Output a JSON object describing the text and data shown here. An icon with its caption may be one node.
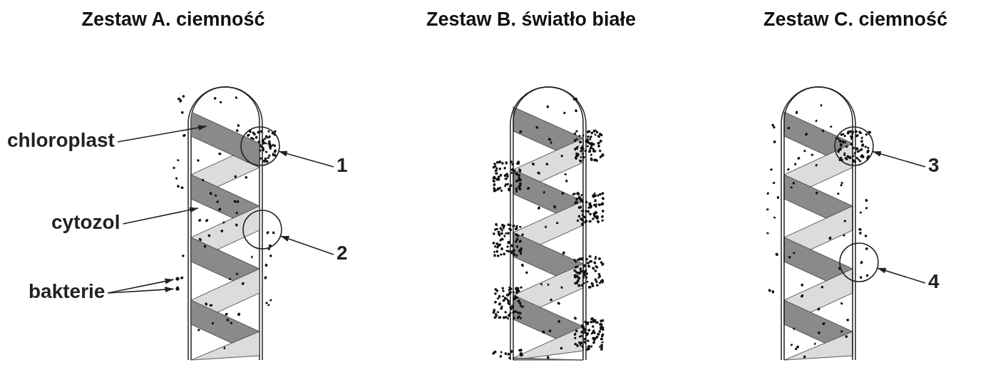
{
  "diagram": {
    "nodes": [
      {
        "text": [
          "chloroplast"
        ]
      },
      {
        "text": [],
        "shape": "bar",
        "in": 3
      },
      {
        "text": [
          "cytozol"
        ]
      },
      {
        "text": [],
        "shape": "box"
      },
      {
        "text": [
          "bakterie"
        ]
      },
      {
        "text": [],
        "shape": "circle"
      },
      {
        "text": [],
        "shape": "circle"
      },
      {
        "text": [
          "1"
        ]
      },
      {
        "text": [],
        "shape": "circle"
      },
      {
        "text": [
          "2"
        ]
      },
      {
        "text": [],
        "shape": "circle"
      },
      {
        "text": [
          "3"
        ]
      },
      {
        "text": [],
        "shape": "circle"
      },
      {
        "text": [
          "4"
        ]
      },
      {
        "text": [],
        "shape": "circle"
      }
    ],
    "edges": [
      {
        "from": 0,
        "to": 1,
        "arrow": "to"
      },
      {
        "from": 2,
        "to": 3,
        "arrow": "to"
      },
      {
        "from": 4,
        "to": 5,
        "arrow": "to"
      },
      {
        "from": 4,
        "to": 6,
        "arrow": "to"
      },
      {
        "from": 7,
        "to": 8,
        "arrow": "to"
      },
      {
        "from": 9,
        "to": 10,
        "arrow": "to"
      },
      {
        "from": 11,
        "to": 12,
        "arrow": "to"
      },
      {
        "from": 13,
        "to": 14,
        "arrow": "to"
      }
    ],
    "labels": [
      "Zestaw A. ciemność",
      "Zestaw B. światło białe",
      "Zestaw C. ciemność"
    ]
  }
}
